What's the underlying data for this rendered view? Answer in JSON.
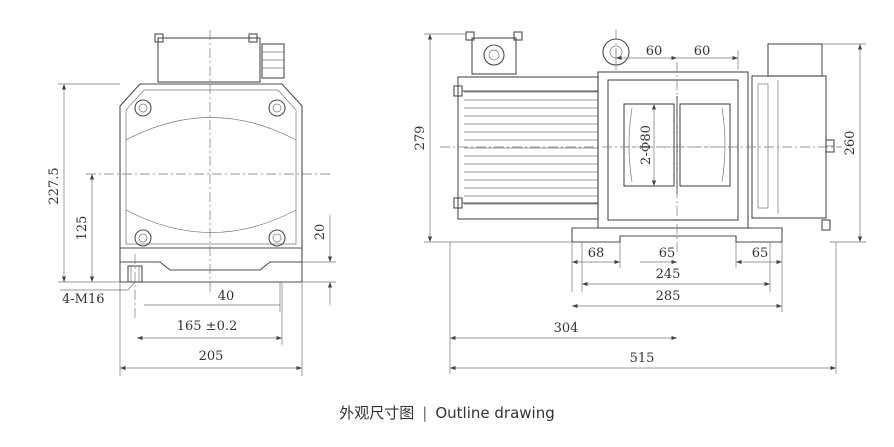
{
  "caption": {
    "cn": "外观尺寸图",
    "separator": "|",
    "en": "Outline drawing"
  },
  "front_view": {
    "dims": {
      "height_total": "227.5",
      "center_height": "125",
      "foot_height": "20",
      "bolt_spec": "4-M16",
      "foot_width": "40",
      "hole_spacing": "165 ±0.2",
      "base_width": "205"
    }
  },
  "side_view": {
    "dims": {
      "gap_left": "60",
      "gap_right": "60",
      "height_left": "279",
      "drum_dia": "2-Φ80",
      "height_right": "260",
      "foot_left": "68",
      "foot_center": "65",
      "foot_right": "65",
      "hole_span": "245",
      "base_length": "285",
      "center_offset": "304",
      "total_length": "515"
    }
  }
}
